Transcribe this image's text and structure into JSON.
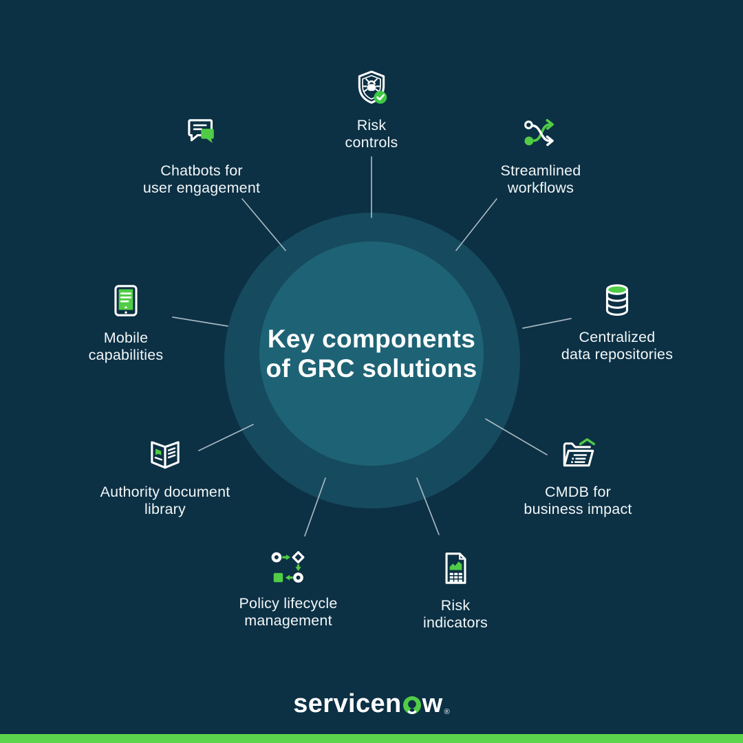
{
  "colors": {
    "background": "#0c3044",
    "outer_ring": "#164a5e",
    "inner_circle": "#1d6375",
    "accent_green": "#50cc46",
    "badge_green": "#3ec943",
    "footer_bar_green": "#5bd54c",
    "connector_line": "#b5c3cb",
    "text": "#ffffff"
  },
  "center": {
    "title": "Key components\nof GRC solutions"
  },
  "items": [
    {
      "label": "Risk\ncontrols",
      "icon": "shield-bug-check-icon"
    },
    {
      "label": "Streamlined\nworkflows",
      "icon": "crossing-arrows-icon"
    },
    {
      "label": "Centralized\ndata repositories",
      "icon": "database-icon"
    },
    {
      "label": "CMDB for\nbusiness impact",
      "icon": "folder-checklist-icon"
    },
    {
      "label": "Risk\nindicators",
      "icon": "document-chart-icon"
    },
    {
      "label": "Policy lifecycle\nmanagement",
      "icon": "workflow-diagram-icon"
    },
    {
      "label": "Authority document\nlibrary",
      "icon": "open-book-icon"
    },
    {
      "label": "Mobile\ncapabilities",
      "icon": "tablet-icon"
    },
    {
      "label": "Chatbots for\nuser engagement",
      "icon": "chat-bubbles-icon"
    }
  ],
  "footer": {
    "logo_pre": "servicen",
    "logo_post": "w",
    "registered_mark": "®"
  }
}
